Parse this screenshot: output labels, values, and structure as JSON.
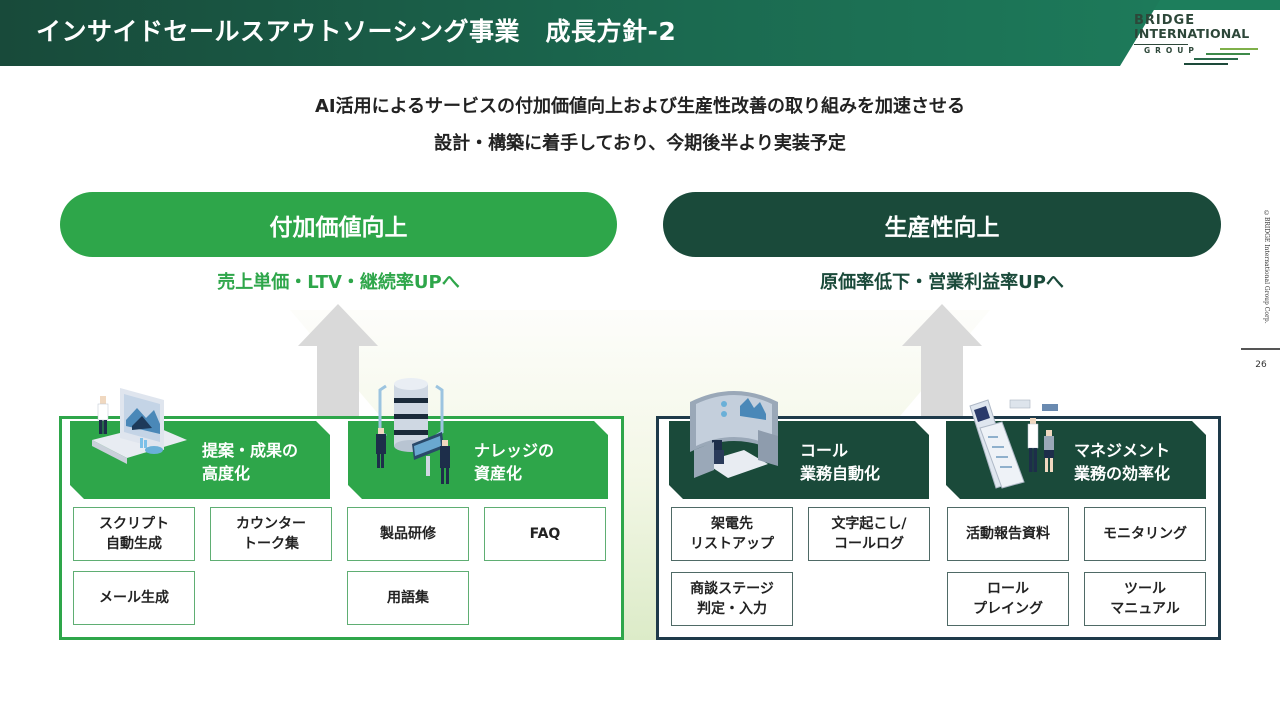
{
  "header": {
    "title": "インサイドセールスアウトソーシング事業　成長方針-2"
  },
  "logo": {
    "line1": "BRIDGE",
    "line2": "INTERNATIONAL",
    "line3": "GROUP"
  },
  "side": {
    "copyright": "©BRIDGE International Group Corp.",
    "page_number": "26"
  },
  "subtitle": {
    "line1": "AI活用によるサービスの付加価値向上および生産性改善の取り組みを加速させる",
    "line2": "設計・構築に着手しており、今期後半より実装予定"
  },
  "left_pillar": {
    "pill_label": "付加価値向上",
    "goal": "売上単価・LTV・継続率UPへ",
    "color": "#2ea64a",
    "sections": [
      {
        "title": "提案・成果の\n高度化",
        "illustration": "presentation-dashboard-icon",
        "items": [
          "スクリプト\n自動生成",
          "カウンター\nトーク集",
          "メール生成"
        ]
      },
      {
        "title": "ナレッジの\n資産化",
        "illustration": "database-server-icon",
        "items": [
          "製品研修",
          "FAQ",
          "用語集"
        ]
      }
    ]
  },
  "right_pillar": {
    "pill_label": "生産性向上",
    "goal": "原価率低下・営業利益率UPへ",
    "color": "#1a4a3a",
    "sections": [
      {
        "title": "コール\n業務自動化",
        "illustration": "call-center-operator-icon",
        "items": [
          "架電先\nリストアップ",
          "文字起こし/\nコールログ",
          "商談ステージ\n判定・入力"
        ]
      },
      {
        "title": "マネジメント\n業務の効率化",
        "illustration": "mobile-management-icon",
        "items": [
          "活動報告資料",
          "モニタリング",
          "ロール\nプレイング",
          "ツール\nマニュアル"
        ]
      }
    ]
  }
}
